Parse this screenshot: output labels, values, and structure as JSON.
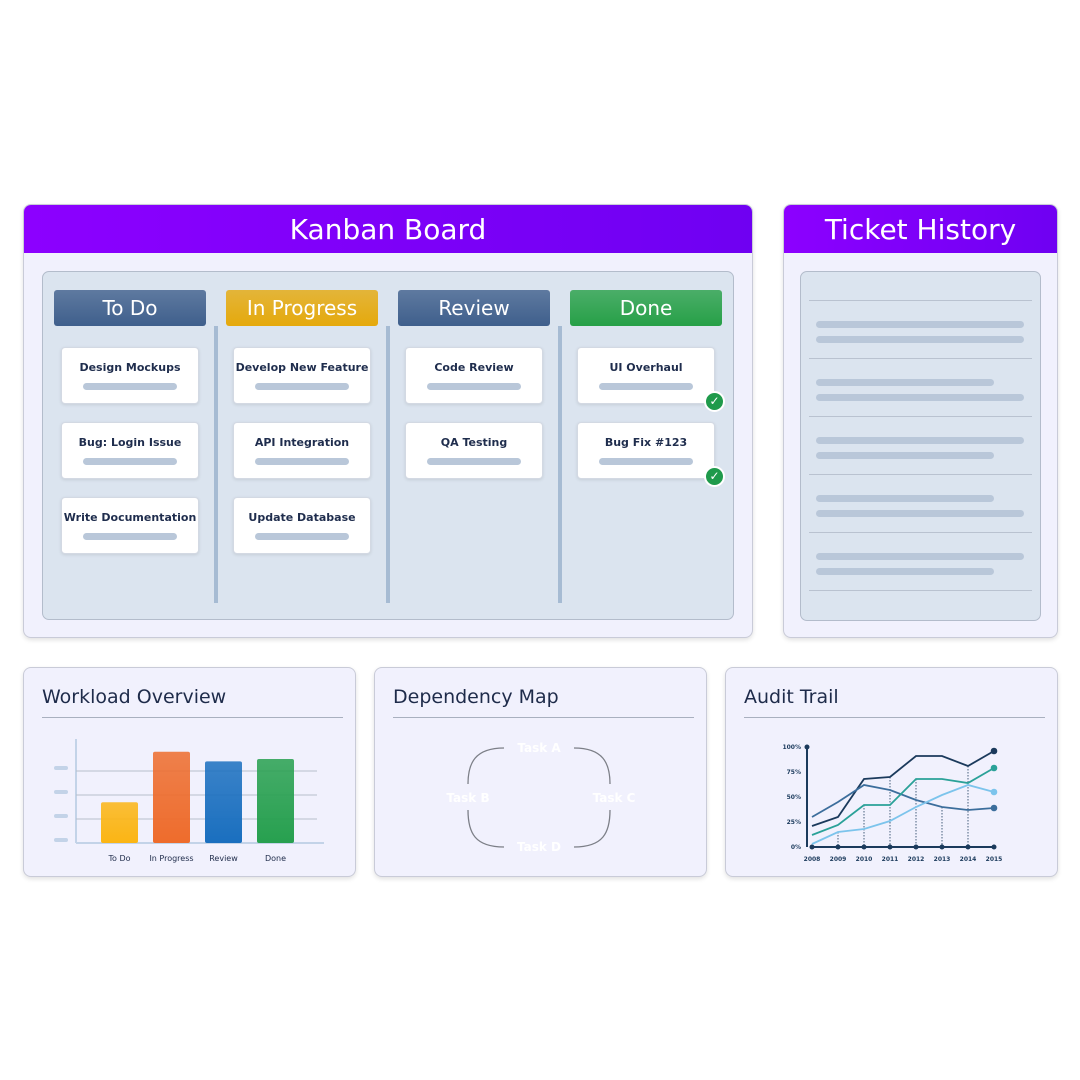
{
  "kanban": {
    "title": "Kanban Board",
    "columns": [
      {
        "label": "To Do",
        "color": "#3f5f8c",
        "cards": [
          "Design Mockups",
          "Bug: Login Issue",
          "Write Documentation"
        ]
      },
      {
        "label": "In Progress",
        "color": "#e5a90c",
        "cards": [
          "Develop New Feature",
          "API Integration",
          "Update Database"
        ]
      },
      {
        "label": "Review",
        "color": "#3f5f8c",
        "cards": [
          "Code Review",
          "QA Testing"
        ]
      },
      {
        "label": "Done",
        "color": "#27a047",
        "cards": [
          "UI Overhaul",
          "Bug Fix #123"
        ],
        "done_icon": "check-circle-icon"
      }
    ]
  },
  "ticket_history": {
    "title": "Ticket History",
    "entries": 5
  },
  "workload": {
    "title": "Workload Overview"
  },
  "dependency": {
    "title": "Dependency Map",
    "nodes": [
      {
        "label": "Task A",
        "color": "#0a6fbf"
      },
      {
        "label": "Task B",
        "color": "#f59a0c"
      },
      {
        "label": "Task C",
        "color": "#d94640"
      },
      {
        "label": "Task D",
        "color": "#0a6fbf"
      }
    ]
  },
  "audit": {
    "title": "Audit Trail"
  },
  "chart_data": [
    {
      "type": "bar",
      "categories": [
        "To Do",
        "In Progress",
        "Review",
        "Done"
      ],
      "values": [
        1.7,
        3.8,
        3.4,
        3.5
      ],
      "colors": [
        "#fbb514",
        "#ee6c2c",
        "#1a6fbf",
        "#27a04f"
      ],
      "ylim": [
        0,
        4.3
      ],
      "grid": true
    },
    {
      "type": "line",
      "x": [
        "2008",
        "2009",
        "2010",
        "2011",
        "2012",
        "2013",
        "2014",
        "2015"
      ],
      "yticks": [
        "0%",
        "25%",
        "50%",
        "75%",
        "100%"
      ],
      "ylim": [
        0,
        100
      ],
      "series": [
        {
          "color": "#1b3a5c",
          "values": [
            21,
            30,
            68,
            70,
            91,
            91,
            81,
            96
          ]
        },
        {
          "color": "#3c6e9c",
          "values": [
            30,
            45,
            62,
            57,
            47,
            40,
            37,
            39
          ]
        },
        {
          "color": "#2aa198",
          "values": [
            12,
            22,
            42,
            42,
            68,
            68,
            64,
            79
          ]
        },
        {
          "color": "#7cc4ec",
          "values": [
            3,
            15,
            18,
            26,
            40,
            52,
            62,
            55
          ]
        }
      ]
    }
  ]
}
